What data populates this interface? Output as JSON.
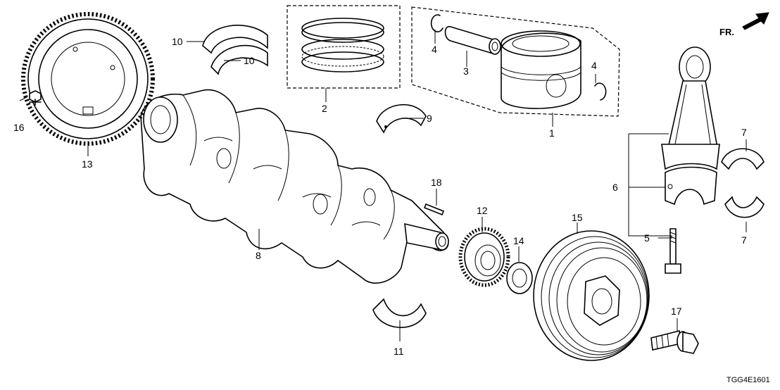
{
  "diagram": {
    "direction_label": "FR.",
    "drawing_code": "TGG4E1601",
    "callouts": {
      "c1": "1",
      "c2": "2",
      "c3": "3",
      "c4a": "4",
      "c4b": "4",
      "c5": "5",
      "c6": "6",
      "c7a": "7",
      "c7b": "7",
      "c8": "8",
      "c9": "9",
      "c10a": "10",
      "c10b": "10",
      "c11": "11",
      "c12": "12",
      "c13": "13",
      "c14": "14",
      "c15": "15",
      "c16": "16",
      "c17": "17",
      "c18": "18"
    }
  }
}
